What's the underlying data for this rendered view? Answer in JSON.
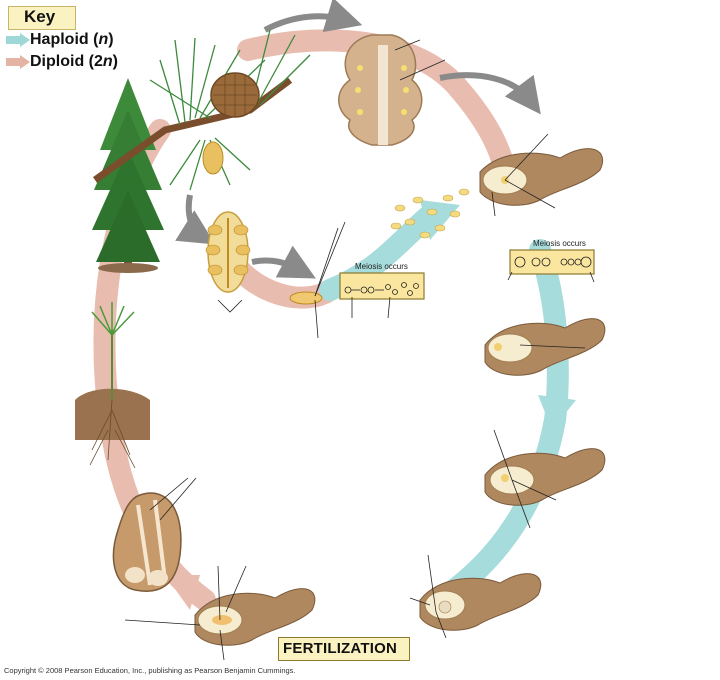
{
  "key": {
    "title": "Key",
    "haploid": {
      "word": "Haploid (",
      "sym": "n",
      "close": ")",
      "color": "#9fd6d6"
    },
    "diploid": {
      "word": "Diploid (2",
      "sym": "n",
      "close": ")",
      "color": "#e3b3a4"
    }
  },
  "labels": {
    "meiosis_1": "Meiosis occurs",
    "meiosis_2": "Meiosis occurs",
    "fertilization": "FERTILIZATION"
  },
  "copyright": "Copyright © 2008 Pearson Education, Inc., publishing as Pearson Benjamin Cummings."
}
